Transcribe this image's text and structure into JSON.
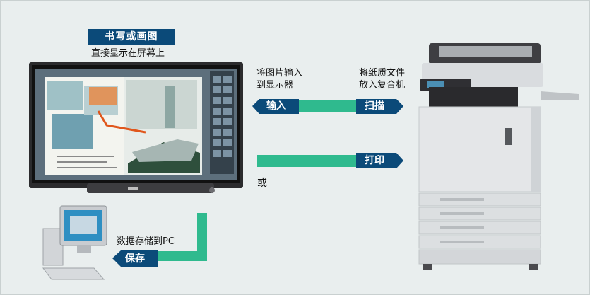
{
  "display": {
    "title": "书写或画图",
    "subtitle": "直接显示在屏幕上"
  },
  "flow": {
    "input_caption_line1": "将图片输入",
    "input_caption_line2": "到显示器",
    "input_label": "输入",
    "scan_caption_line1": "将纸质文件",
    "scan_caption_line2": "放入复合机",
    "scan_label": "扫描",
    "print_label": "打印",
    "or_text": "或",
    "save_caption": "数据存储到PC",
    "save_label": "保存"
  },
  "colors": {
    "accent_green": "#2fba8e",
    "badge_blue": "#0b4a79",
    "background": "#e9eeee"
  }
}
